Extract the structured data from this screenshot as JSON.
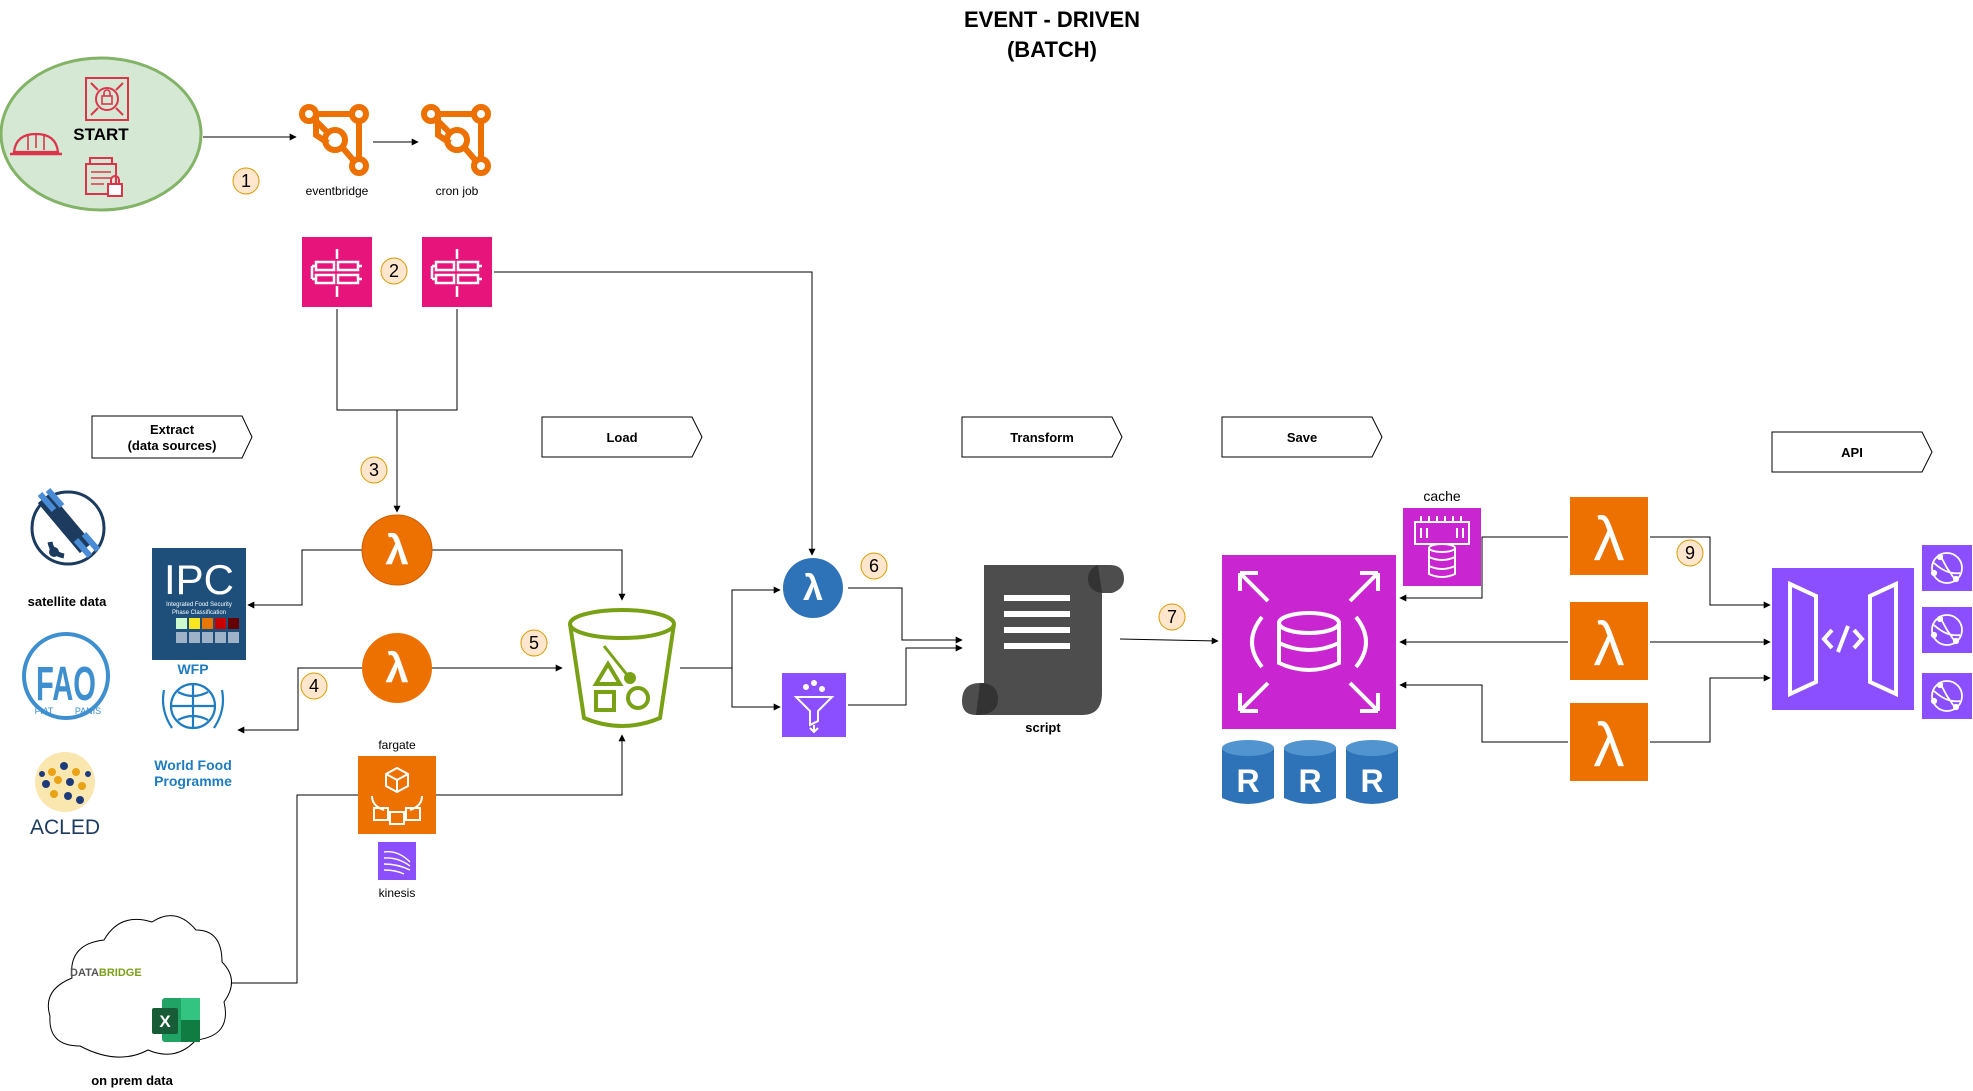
{
  "title": {
    "line1": "EVENT - DRIVEN",
    "line2": "(BATCH)"
  },
  "start": {
    "label": "START"
  },
  "nodes": {
    "eventbridge": "eventbridge",
    "cron": "cron job",
    "fargate": "fargate",
    "kinesis": "kinesis",
    "script": "script",
    "cache": "cache"
  },
  "stages": {
    "extract_line1": "Extract",
    "extract_line2": "(data sources)",
    "load": "Load",
    "transform": "Transform",
    "save": "Save",
    "api": "API"
  },
  "steps": [
    "1",
    "2",
    "3",
    "4",
    "5",
    "6",
    "7",
    "9"
  ],
  "sources": {
    "satellite": "satellite data",
    "fao": "FAO",
    "fao_motto_left": "FIAT",
    "fao_motto_right": "PANIS",
    "acled": "ACLED",
    "ipc": "IPC",
    "ipc_sub1": "Integrated Food Security",
    "ipc_sub2": "Phase Classification",
    "wfp": "WFP",
    "wfp_name1": "World Food",
    "wfp_name2": "Programme",
    "onprem": "on prem data",
    "databridge_a": "DATA",
    "databridge_b": "BRIDGE",
    "excel": "X"
  },
  "rds_replica": "R",
  "colors": {
    "orange": "#ED7100",
    "pink": "#E7157B",
    "purple": "#8C4FFF",
    "magenta": "#C925D1",
    "blue": "#2E73B8",
    "green": "#7AA116",
    "start_fill": "#D5E8D4",
    "start_stroke": "#82B366",
    "badge_fill": "#FFE6CC",
    "badge_stroke": "#D79B00",
    "fao_blue": "#3E8FD0",
    "wfp_blue": "#1F7CC1",
    "ipc_navy": "#1D4F7A"
  },
  "icons": [
    "cloudtrail-icon",
    "iam-icon",
    "secrets-icon",
    "eventbridge-icon",
    "step-functions-icon",
    "lambda-icon",
    "s3-bucket-icon",
    "glue-icon",
    "script-icon",
    "rds-icon",
    "elasticache-icon",
    "api-gateway-icon",
    "cloudfront-icon",
    "fargate-icon",
    "kinesis-icon",
    "satellite-icon",
    "excel-icon"
  ]
}
